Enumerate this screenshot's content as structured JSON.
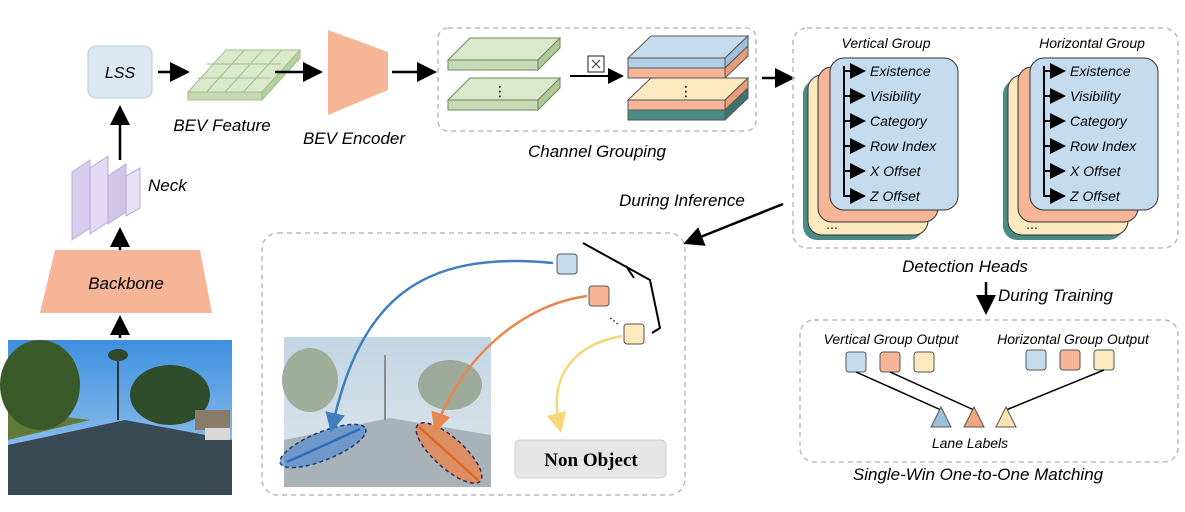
{
  "pipeline": {
    "lss": "LSS",
    "bev_feature": "BEV Feature",
    "bev_encoder": "BEV Encoder",
    "channel_grouping": "Channel Grouping",
    "neck": "Neck",
    "backbone": "Backbone",
    "dots": "⋮"
  },
  "heads": {
    "vertical_title": "Vertical Group",
    "horizontal_title": "Horizontal Group",
    "items": [
      "Existence",
      "Visibility",
      "Category",
      "Row Index",
      "X Offset",
      "Z Offset"
    ],
    "caption": "Detection Heads",
    "dots": "⋯"
  },
  "inference": {
    "label": "During Inference",
    "non_object": "Non Object",
    "dots": "⋯"
  },
  "training": {
    "label": "During Training",
    "vertical_output": "Vertical Group Output",
    "horizontal_output": "Horizontal Group Output",
    "lane_labels": "Lane Labels",
    "caption": "Single-Win One-to-One Matching"
  },
  "colors": {
    "blue": "#c5dcef",
    "orange": "#f6b597",
    "yellow": "#fce9bf",
    "green": "#dbe8cc",
    "teal": "#4a8c85",
    "lss": "#dce9f5",
    "neck": "#e0d6f0",
    "backbone": "#f6b597"
  }
}
